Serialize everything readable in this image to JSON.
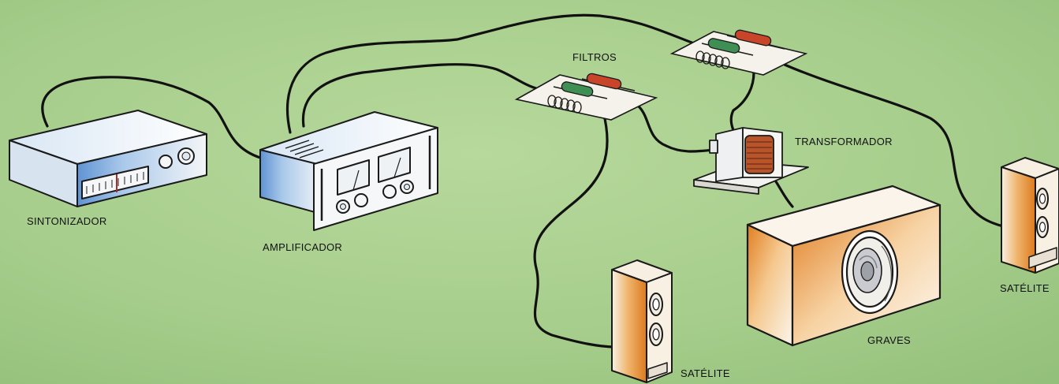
{
  "labels": {
    "tuner": "SINTONIZADOR",
    "amplifier": "AMPLIFICADOR",
    "filters": "FILTROS",
    "transformer": "TRANSFORMADOR",
    "satellite_center": "SATÉLITE",
    "satellite_right": "SATÉLITE",
    "bass": "GRAVES"
  },
  "colors": {
    "background": "#a9cf8e",
    "cable": "#111111",
    "device_blue": "#6f9fd6",
    "speaker_orange": "#e0852a",
    "resistor_red": "#c8452a",
    "resistor_green": "#3f8f55",
    "coil_copper": "#b8542a"
  }
}
